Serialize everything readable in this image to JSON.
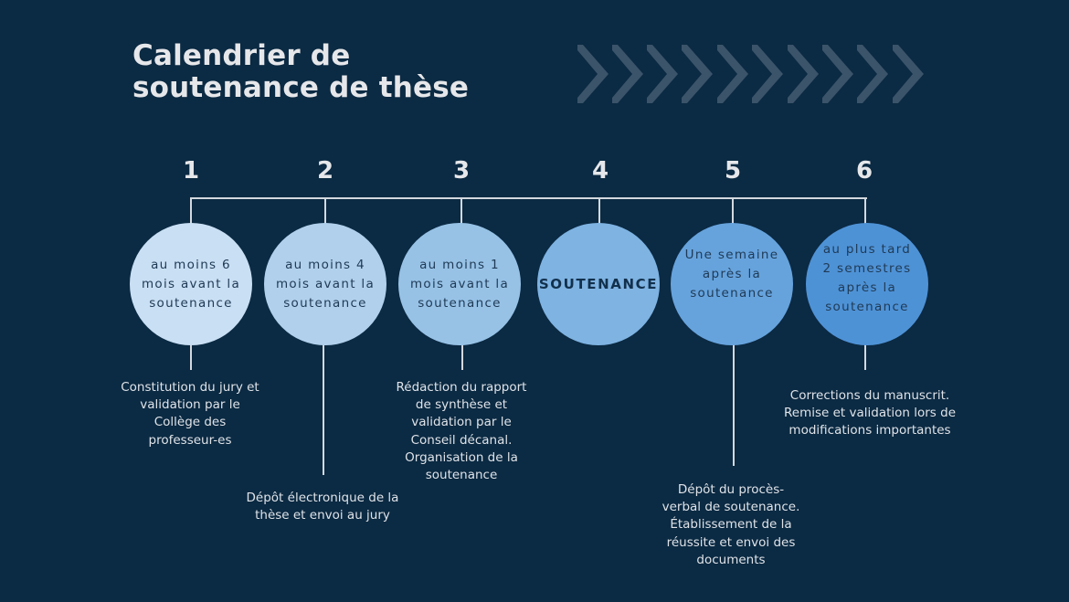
{
  "title": {
    "line1": "Calendrier de",
    "line2": "soutenance de thèse"
  },
  "decoration": {
    "icon": "chevron-right-icon",
    "count": 10,
    "color": "#3b546a"
  },
  "colors": {
    "background": "#0b2a43",
    "text_light": "#e6e7ea",
    "text_dark": "#1f3a55",
    "connector": "#d3d8de"
  },
  "steps": [
    {
      "number": "1",
      "timing": [
        "au moins 6",
        "mois avant la",
        "soutenance"
      ],
      "color": "#c9dff3",
      "description": [
        "Constitution du jury et",
        "validation par le",
        "Collège des",
        "professeur-es"
      ]
    },
    {
      "number": "2",
      "timing": [
        "au moins 4",
        "mois avant la",
        "soutenance"
      ],
      "color": "#b1d0ec",
      "description": [
        "Dépôt électronique de la",
        "thèse et envoi au jury"
      ]
    },
    {
      "number": "3",
      "timing": [
        "au moins 1",
        "mois avant la",
        "soutenance"
      ],
      "color": "#97c2e6",
      "description": [
        "Rédaction du rapport",
        "de synthèse et",
        "validation par le",
        "Conseil décanal.",
        "Organisation de la",
        "soutenance"
      ]
    },
    {
      "number": "4",
      "timing": [
        "SOUTENANCE"
      ],
      "color": "#7eb3e2",
      "description": []
    },
    {
      "number": "5",
      "timing": [
        "Une semaine",
        "après la",
        "soutenance"
      ],
      "color": "#66a3dd",
      "description": [
        "Dépôt du procès-",
        "verbal de soutenance.",
        "Établissement de la",
        "réussite et envoi des",
        "documents"
      ]
    },
    {
      "number": "6",
      "timing": [
        "au plus tard",
        "2 semestres",
        "après la",
        "soutenance"
      ],
      "color": "#4e92d6",
      "description": [
        "Corrections du manuscrit.",
        "Remise et validation lors de",
        "modifications importantes"
      ]
    }
  ]
}
